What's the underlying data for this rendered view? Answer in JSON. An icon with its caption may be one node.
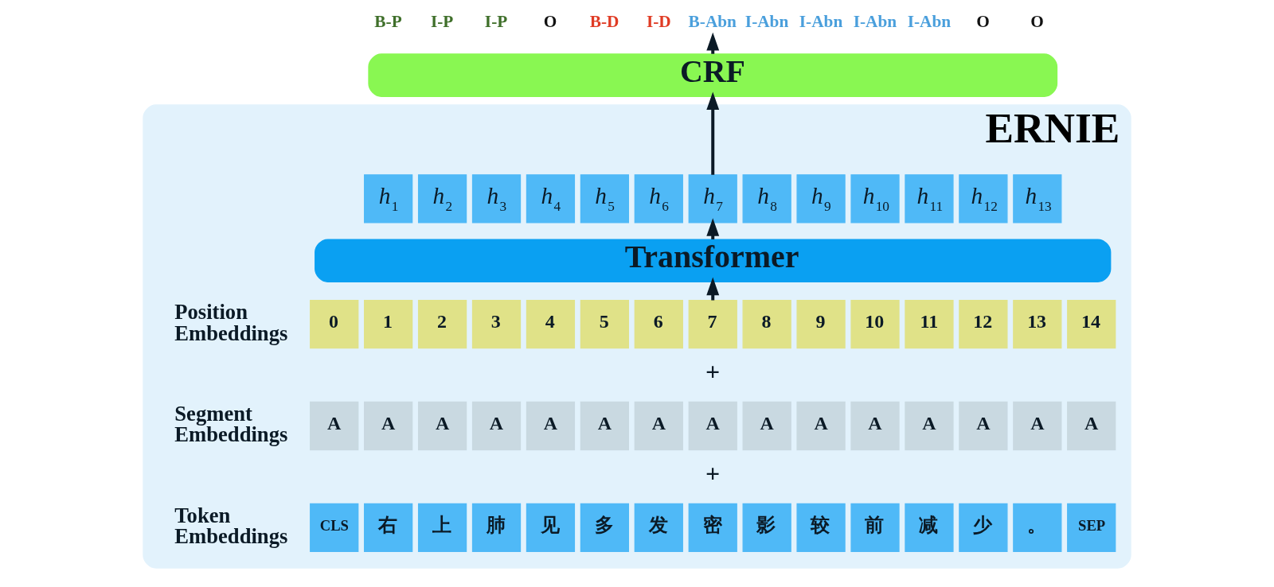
{
  "diagram": {
    "nodes": [
      {
        "text": [
          "B-P"
        ]
      },
      {
        "text": [
          "I-P"
        ]
      },
      {
        "text": [
          "I-P"
        ]
      },
      {
        "text": [
          "O"
        ]
      },
      {
        "text": [
          "B-D"
        ]
      },
      {
        "text": [
          "I-D"
        ]
      },
      {
        "text": [
          "B-Abn"
        ]
      },
      {
        "text": [
          "I-Abn"
        ]
      },
      {
        "text": [
          "I-Abn"
        ]
      },
      {
        "text": [
          "I-Abn"
        ]
      },
      {
        "text": [
          "I-Abn"
        ]
      },
      {
        "text": [
          "O"
        ]
      },
      {
        "text": [
          "O"
        ]
      },
      {
        "text": [
          "CRF"
        ]
      },
      {
        "text": [
          "ERNIE"
        ]
      },
      {
        "text": [
          "h$_{1}$"
        ],
        "in": 14
      },
      {
        "text": [
          "h$_{2}$"
        ],
        "in": 14
      },
      {
        "text": [
          "h$_{3}$"
        ],
        "in": 14
      },
      {
        "text": [
          "h$_{4}$"
        ],
        "in": 14
      },
      {
        "text": [
          "h$_{5}$"
        ],
        "in": 14
      },
      {
        "text": [
          "h$_{6}$"
        ],
        "in": 14
      },
      {
        "text": [
          "h$_{7}$"
        ],
        "in": 14
      },
      {
        "text": [
          "h$_{8}$"
        ],
        "in": 14
      },
      {
        "text": [
          "h$_{9}$"
        ],
        "in": 14
      },
      {
        "text": [
          "h$_{10}$"
        ],
        "in": 14
      },
      {
        "text": [
          "h$_{11}$"
        ],
        "in": 14
      },
      {
        "text": [
          "h$_{12}$"
        ],
        "in": 14
      },
      {
        "text": [
          "h$_{13}$"
        ],
        "in": 14
      },
      {
        "text": [
          "Transformer"
        ],
        "in": 14
      },
      {
        "text": [
          "0"
        ],
        "in": 14
      },
      {
        "text": [
          "1"
        ],
        "in": 14
      },
      {
        "text": [
          "2"
        ],
        "in": 14
      },
      {
        "text": [
          "3"
        ],
        "in": 14
      },
      {
        "text": [
          "4"
        ],
        "in": 14
      },
      {
        "text": [
          "5"
        ],
        "in": 14
      },
      {
        "text": [
          "6"
        ],
        "in": 14
      },
      {
        "text": [
          "7"
        ],
        "in": 14
      },
      {
        "text": [
          "8"
        ],
        "in": 14
      },
      {
        "text": [
          "9"
        ],
        "in": 14
      },
      {
        "text": [
          "10"
        ],
        "in": 14
      },
      {
        "text": [
          "11"
        ],
        "in": 14
      },
      {
        "text": [
          "12"
        ],
        "in": 14
      },
      {
        "text": [
          "13"
        ],
        "in": 14
      },
      {
        "text": [
          "14"
        ],
        "in": 14
      },
      {
        "text": [
          "A"
        ],
        "in": 14
      },
      {
        "text": [
          "A"
        ],
        "in": 14
      },
      {
        "text": [
          "A"
        ],
        "in": 14
      },
      {
        "text": [
          "A"
        ],
        "in": 14
      },
      {
        "text": [
          "A"
        ],
        "in": 14
      },
      {
        "text": [
          "A"
        ],
        "in": 14
      },
      {
        "text": [
          "A"
        ],
        "in": 14
      },
      {
        "text": [
          "A"
        ],
        "in": 14
      },
      {
        "text": [
          "A"
        ],
        "in": 14
      },
      {
        "text": [
          "A"
        ],
        "in": 14
      },
      {
        "text": [
          "A"
        ],
        "in": 14
      },
      {
        "text": [
          "A"
        ],
        "in": 14
      },
      {
        "text": [
          "A"
        ],
        "in": 14
      },
      {
        "text": [
          "A"
        ],
        "in": 14
      },
      {
        "text": [
          "A"
        ],
        "in": 14
      },
      {
        "text": [
          "CLS"
        ],
        "in": 14
      },
      {
        "text": [
          "右"
        ],
        "in": 14
      },
      {
        "text": [
          "上"
        ],
        "in": 14
      },
      {
        "text": [
          "肺"
        ],
        "in": 14
      },
      {
        "text": [
          "见"
        ],
        "in": 14
      },
      {
        "text": [
          "多"
        ],
        "in": 14
      },
      {
        "text": [
          "发"
        ],
        "in": 14
      },
      {
        "text": [
          "密"
        ],
        "in": 14
      },
      {
        "text": [
          "影"
        ],
        "in": 14
      },
      {
        "text": [
          "较"
        ],
        "in": 14
      },
      {
        "text": [
          "前"
        ],
        "in": 14
      },
      {
        "text": [
          "减"
        ],
        "in": 14
      },
      {
        "text": [
          "少"
        ],
        "in": 14
      },
      {
        "text": [
          "。"
        ],
        "in": 14
      },
      {
        "text": [
          "SEP"
        ],
        "in": 14
      }
    ],
    "edges": [
      {
        "from": 36,
        "to": 28,
        "arrow": "to"
      },
      {
        "from": 28,
        "to": 21,
        "arrow": "to"
      },
      {
        "from": 21,
        "to": 13,
        "arrow": "to"
      },
      {
        "from": 13,
        "to": 6,
        "arrow": "to"
      }
    ],
    "labels": [
      "Position Embeddings",
      "+",
      "Segment Embeddings",
      "+",
      "Token Embeddings"
    ]
  }
}
